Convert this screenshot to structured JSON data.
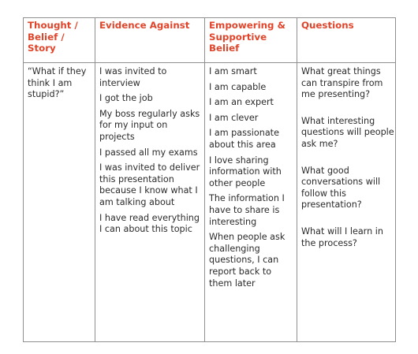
{
  "headers": [
    "Thought / Belief / Story",
    "Evidence Against",
    "Empowering & Supportive Belief",
    "Questions"
  ],
  "thought": [
    "“What if they think I am stupid?”"
  ],
  "evidence": [
    "I was invited to interview",
    "I got the job",
    "My boss regularly asks for my input on projects",
    "I passed all my exams",
    "I was invited to deliver this presentation because I know what I am talking about",
    "I have read everything I can about this topic"
  ],
  "beliefs": [
    "I am smart",
    "I am capable",
    "I am an expert",
    "I am clever",
    "I am passionate about this area",
    "I love sharing information with other people",
    "The information I have to share is interesting",
    "When people ask challenging questions, I can report back to them later"
  ],
  "questions": [
    "What great things can transpire from me presenting?",
    "What interesting questions will people ask me?",
    "What good conversations will follow this presentation?",
    "What will I learn in the process?"
  ],
  "colors": {
    "header": "#e0452b",
    "text": "#2b2b2b",
    "border": "#8f8f8f"
  }
}
